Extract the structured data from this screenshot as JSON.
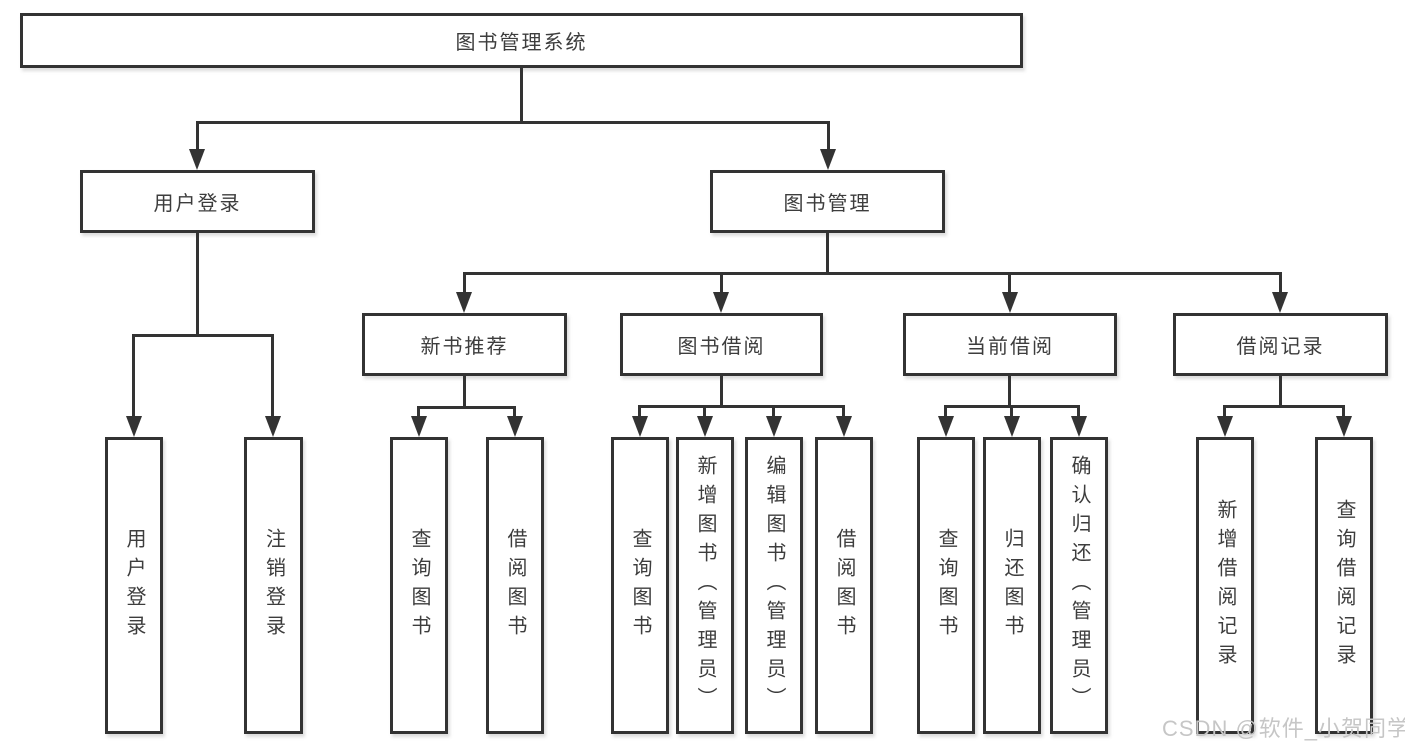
{
  "watermark": "CSDN @软件_小贺同学",
  "colors": {
    "line": "#333333",
    "text": "#3d3d3d",
    "background": "#ffffff",
    "watermark": "#c6c6c6"
  },
  "tree": {
    "root": {
      "label": "图书管理系统"
    },
    "branches": [
      {
        "label": "用户登录",
        "children": [
          {
            "label": "用户登录"
          },
          {
            "label": "注销登录"
          }
        ]
      },
      {
        "label": "图书管理",
        "children": [
          {
            "label": "新书推荐",
            "children": [
              {
                "label": "查询图书"
              },
              {
                "label": "借阅图书"
              }
            ]
          },
          {
            "label": "图书借阅",
            "children": [
              {
                "label": "查询图书"
              },
              {
                "label": "新增图书（管理员）"
              },
              {
                "label": "编辑图书（管理员）"
              },
              {
                "label": "借阅图书"
              }
            ]
          },
          {
            "label": "当前借阅",
            "children": [
              {
                "label": "查询图书"
              },
              {
                "label": "归还图书"
              },
              {
                "label": "确认归还（管理员）"
              }
            ]
          },
          {
            "label": "借阅记录",
            "children": [
              {
                "label": "新增借阅记录"
              },
              {
                "label": "查询借阅记录"
              }
            ]
          }
        ]
      }
    ]
  }
}
